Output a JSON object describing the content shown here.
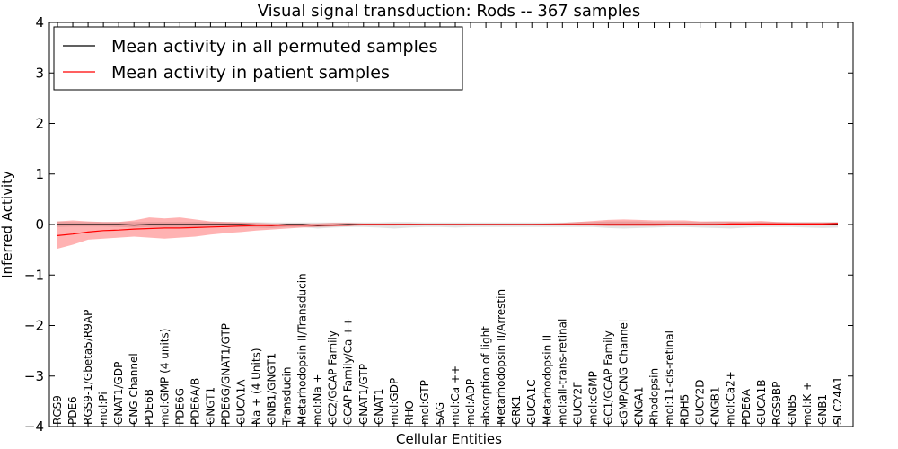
{
  "chart_data": {
    "type": "line",
    "title": "Visual signal transduction: Rods -- 367 samples",
    "xlabel": "Cellular Entities",
    "ylabel": "Inferred Activity",
    "ylim": [
      -4,
      4
    ],
    "yticks": [
      "4",
      "3",
      "2",
      "1",
      "0",
      "−1",
      "−2",
      "−3",
      "−4"
    ],
    "ytick_values": [
      4,
      3,
      2,
      1,
      0,
      -1,
      -2,
      -3,
      -4
    ],
    "grid": false,
    "legend_position": "top-left",
    "categories": [
      "RGS9",
      "PDE6",
      "RGS9-1/Gbeta5/R9AP",
      "mol:Pi",
      "GNAT1/GDP",
      "CNG Channel",
      "PDE6B",
      "mol:GMP (4 units)",
      "PDE6G",
      "PDE6A/B",
      "GNGT1",
      "PDE6G/GNAT1/GTP",
      "GUCA1A",
      "Na + (4 Units)",
      "GNB1/GNGT1",
      "Transducin",
      "Metarhodopsin II/Transducin",
      "mol:Na +",
      "GC2/GCAP Family",
      "GCAP Family/Ca ++",
      "GNAT1/GTP",
      "GNAT1",
      "mol:GDP",
      "RHO",
      "mol:GTP",
      "SAG",
      "mol:Ca ++",
      "mol:ADP",
      "absorption of light",
      "Metarhodopsin II/Arrestin",
      "GRK1",
      "GUCA1C",
      "Metarhodopsin II",
      "mol:all-trans-retinal",
      "GUCY2F",
      "mol:cGMP",
      "GC1/GCAP Family",
      "cGMP/CNG Channel",
      "CNGA1",
      "Rhodopsin",
      "mol:11-cis-retinal",
      "RDH5",
      "GUCY2D",
      "CNGB1",
      "mol:Ca2+",
      "PDE6A",
      "GUCA1B",
      "RGS9BP",
      "GNB5",
      "mol:K +",
      "GNB1",
      "SLC24A1"
    ],
    "series": [
      {
        "name": "Mean activity in all permuted samples",
        "color": "#000000",
        "values": [
          0.0,
          0.0,
          0.0,
          0.0,
          0.0,
          -0.01,
          0.0,
          0.0,
          0.0,
          0.0,
          0.0,
          0.0,
          0.0,
          -0.01,
          -0.02,
          0.0,
          0.0,
          -0.02,
          -0.01,
          0.0,
          0.0,
          0.0,
          0.0,
          0.0,
          0.0,
          0.0,
          0.0,
          0.0,
          0.0,
          0.0,
          0.0,
          0.0,
          0.0,
          0.0,
          0.0,
          0.0,
          0.0,
          0.0,
          0.0,
          0.0,
          0.0,
          0.0,
          0.0,
          0.0,
          0.0,
          0.0,
          0.0,
          0.0,
          0.0,
          0.0,
          0.0,
          0.0
        ],
        "band_lower": [
          -0.05,
          -0.04,
          -0.04,
          -0.04,
          -0.05,
          -0.06,
          -0.05,
          -0.05,
          -0.05,
          -0.06,
          -0.05,
          -0.05,
          -0.05,
          -0.06,
          -0.07,
          -0.05,
          -0.05,
          -0.08,
          -0.06,
          -0.05,
          -0.05,
          -0.06,
          -0.08,
          -0.06,
          -0.05,
          -0.05,
          -0.06,
          -0.05,
          -0.05,
          -0.05,
          -0.05,
          -0.05,
          -0.05,
          -0.05,
          -0.05,
          -0.05,
          -0.07,
          -0.08,
          -0.07,
          -0.06,
          -0.05,
          -0.05,
          -0.06,
          -0.07,
          -0.08,
          -0.06,
          -0.05,
          -0.05,
          -0.05,
          -0.06,
          -0.07,
          -0.06
        ],
        "band_upper": [
          0.06,
          0.05,
          0.05,
          0.05,
          0.05,
          0.05,
          0.05,
          0.05,
          0.05,
          0.05,
          0.05,
          0.05,
          0.05,
          0.05,
          0.04,
          0.04,
          0.04,
          0.04,
          0.04,
          0.04,
          0.04,
          0.04,
          0.05,
          0.05,
          0.04,
          0.04,
          0.04,
          0.04,
          0.04,
          0.04,
          0.04,
          0.04,
          0.04,
          0.04,
          0.05,
          0.05,
          0.06,
          0.06,
          0.06,
          0.05,
          0.05,
          0.05,
          0.05,
          0.06,
          0.06,
          0.05,
          0.05,
          0.05,
          0.05,
          0.05,
          0.05,
          0.05
        ]
      },
      {
        "name": "Mean activity in patient samples",
        "color": "#ff0000",
        "values": [
          -0.22,
          -0.19,
          -0.15,
          -0.12,
          -0.11,
          -0.09,
          -0.08,
          -0.07,
          -0.07,
          -0.06,
          -0.05,
          -0.04,
          -0.03,
          -0.02,
          -0.02,
          -0.01,
          -0.01,
          -0.01,
          -0.01,
          -0.01,
          0.0,
          0.0,
          0.0,
          0.0,
          0.0,
          0.0,
          0.0,
          0.0,
          0.0,
          0.0,
          0.0,
          0.0,
          0.0,
          0.0,
          0.0,
          0.0,
          0.0,
          0.0,
          0.0,
          0.0,
          0.0,
          0.0,
          0.0,
          0.0,
          0.01,
          0.01,
          0.01,
          0.01,
          0.01,
          0.01,
          0.01,
          0.02
        ],
        "band_lower": [
          -0.48,
          -0.4,
          -0.3,
          -0.28,
          -0.26,
          -0.24,
          -0.26,
          -0.28,
          -0.26,
          -0.24,
          -0.2,
          -0.17,
          -0.15,
          -0.12,
          -0.1,
          -0.08,
          -0.06,
          -0.05,
          -0.04,
          -0.03,
          -0.02,
          -0.02,
          -0.02,
          -0.01,
          -0.01,
          -0.01,
          -0.01,
          -0.01,
          -0.01,
          -0.01,
          -0.01,
          -0.01,
          -0.01,
          -0.01,
          -0.02,
          -0.02,
          -0.03,
          -0.03,
          -0.03,
          -0.03,
          -0.02,
          -0.02,
          -0.02,
          -0.02,
          -0.01,
          -0.01,
          -0.01,
          -0.01,
          -0.01,
          -0.01,
          -0.01,
          -0.01
        ],
        "band_upper": [
          0.06,
          0.08,
          0.06,
          0.05,
          0.05,
          0.08,
          0.14,
          0.12,
          0.14,
          0.1,
          0.06,
          0.05,
          0.04,
          0.03,
          0.02,
          0.02,
          0.02,
          0.02,
          0.03,
          0.03,
          0.02,
          0.02,
          0.02,
          0.02,
          0.01,
          0.01,
          0.01,
          0.01,
          0.01,
          0.01,
          0.01,
          0.01,
          0.02,
          0.03,
          0.05,
          0.07,
          0.09,
          0.1,
          0.09,
          0.08,
          0.08,
          0.08,
          0.06,
          0.06,
          0.06,
          0.06,
          0.07,
          0.05,
          0.04,
          0.04,
          0.04,
          0.04
        ]
      }
    ]
  }
}
